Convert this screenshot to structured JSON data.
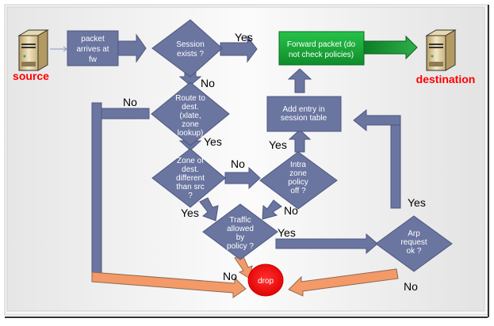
{
  "title": "Firewall packet flow",
  "colors": {
    "shape": "#6a75a0",
    "shape_stroke": "#4d577f",
    "forward": "#1aa43a",
    "drop_arrow": "#f39a68",
    "drop": "#ff0000",
    "endpoint_label": "#ff0000"
  },
  "endpoints": {
    "source": "source",
    "destination": "destination"
  },
  "nodes": {
    "packet_arrives": [
      "packet",
      "arrives at",
      "fw"
    ],
    "session_exists": [
      "Session",
      "exists ?"
    ],
    "route_to_dest": [
      "Route to",
      "dest.",
      "(xlate,",
      "zone",
      "lookup)"
    ],
    "zone_different": [
      "Zone of",
      "dest.",
      "different",
      "than src",
      "?"
    ],
    "intra_zone": [
      "Intra",
      "zone",
      "policy",
      "off ?"
    ],
    "traffic_allowed": [
      "Traffic",
      "allowed",
      "by",
      "policy ?"
    ],
    "arp_request": [
      "Arp",
      "request",
      "ok ?"
    ],
    "add_entry": [
      "Add entry in",
      "session table"
    ],
    "forward_packet": [
      "Forward packet (do",
      "not check policies)"
    ],
    "drop": "drop"
  },
  "edge_labels": {
    "session_yes": "Yes",
    "session_no": "No",
    "route_no": "No",
    "route_yes": "Yes",
    "zone_no": "No",
    "zone_yes": "Yes",
    "intra_yes": "Yes",
    "intra_no": "No",
    "traffic_yes": "Yes",
    "traffic_no": "No",
    "arp_yes": "Yes",
    "arp_no": "No"
  }
}
